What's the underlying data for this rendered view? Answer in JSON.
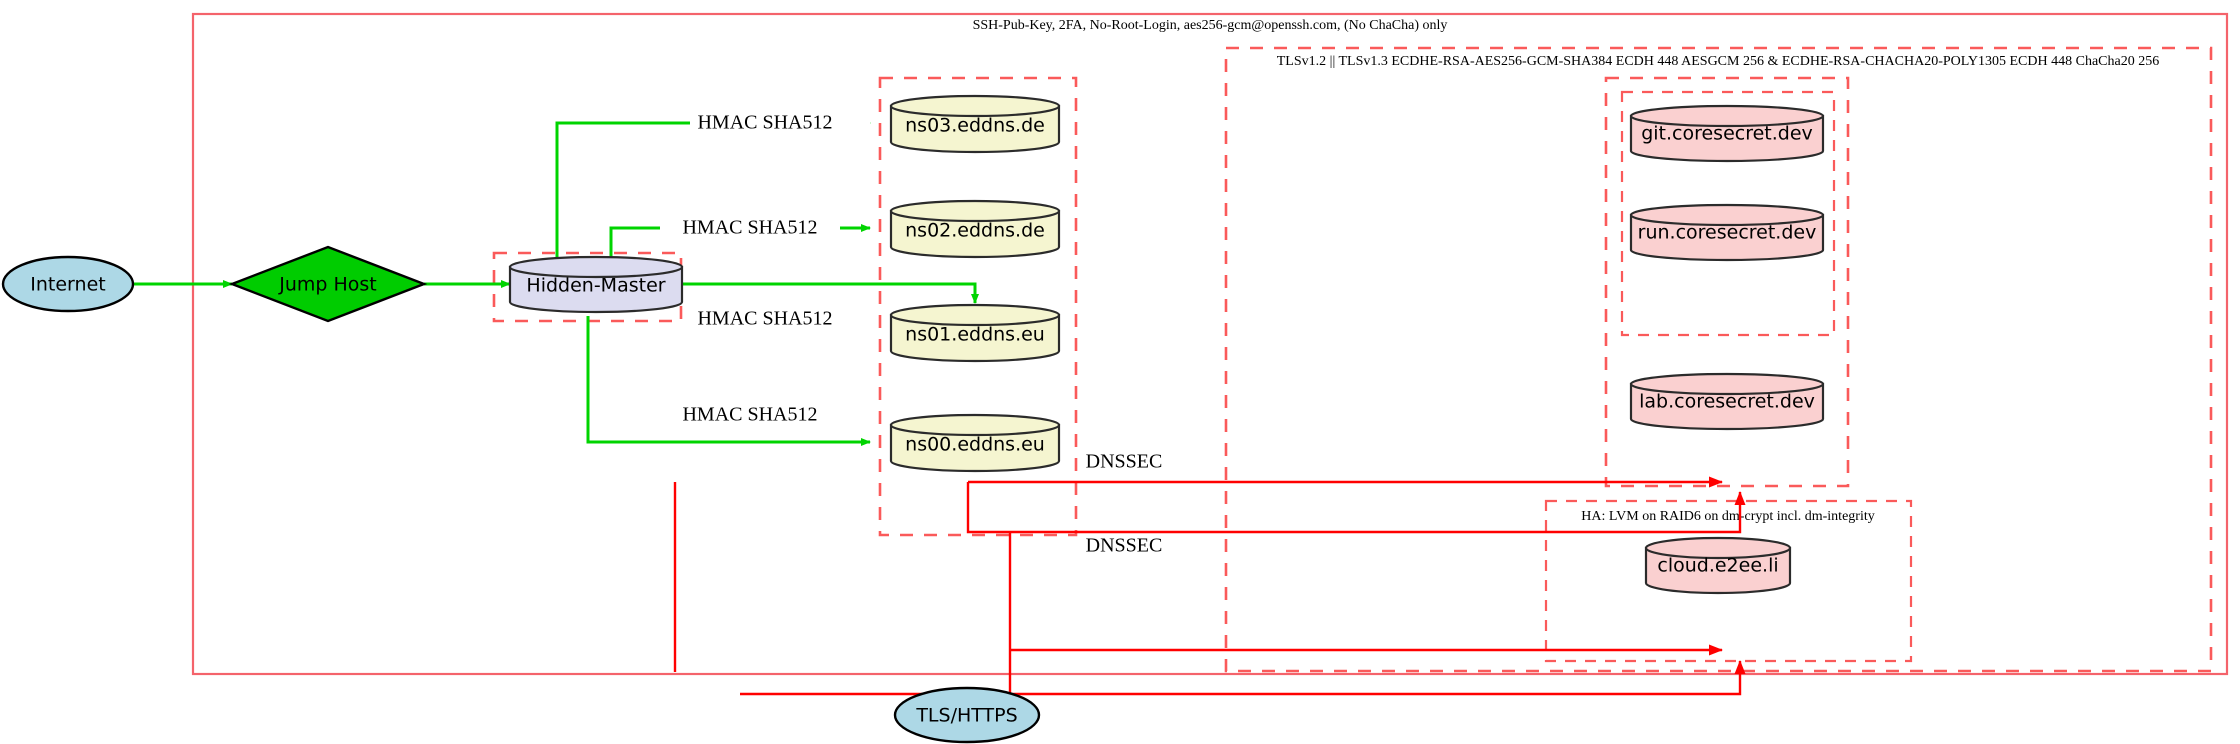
{
  "diagram": {
    "title_banner": "SSH-Pub-Key, 2FA, No-Root-Login, aes256-gcm@openssh.com, (No ChaCha) only",
    "colors": {
      "green_edge": "#00d400",
      "red_edge": "#ff0000",
      "red_border": "#fa5a5a",
      "dns_node_fill": "#f5f5d0",
      "master_node_fill": "#dcdcf0",
      "service_node_fill": "#fad0d0",
      "internet_node_fill": "#add8e6",
      "jump_host_fill": "#00cc00"
    }
  },
  "clusters": {
    "outer_ssh": {
      "label": "SSH-Pub-Key, 2FA, No-Root-Login, aes256-gcm@openssh.com, (No ChaCha) only"
    },
    "tls": {
      "label": "TLSv1.2 || TLSv1.3 ECDHE-RSA-AES256-GCM-SHA384 ECDH 448 AESGCM 256 & ECDHE-RSA-CHACHA20-POLY1305 ECDH 448 ChaCha20 256"
    },
    "ha": {
      "label": "HA: LVM on RAID6 on dm-crypt incl. dm-integrity"
    },
    "dns_zone": {
      "label": ""
    },
    "hidden_master_zone": {
      "label": ""
    },
    "coresecret_zone": {
      "label": ""
    },
    "coresecret_inner_zone": {
      "label": ""
    }
  },
  "nodes": {
    "internet": {
      "label": "Internet",
      "shape": "ellipse",
      "fill": "#add8e6"
    },
    "jump_host": {
      "label": "Jump Host",
      "shape": "diamond",
      "fill": "#00cc00"
    },
    "hidden_master": {
      "label": "Hidden-Master",
      "shape": "cylinder",
      "fill": "#dcdcf0"
    },
    "ns03": {
      "label": "ns03.eddns.de",
      "shape": "cylinder",
      "fill": "#f5f5d0"
    },
    "ns02": {
      "label": "ns02.eddns.de",
      "shape": "cylinder",
      "fill": "#f5f5d0"
    },
    "ns01": {
      "label": "ns01.eddns.eu",
      "shape": "cylinder",
      "fill": "#f5f5d0"
    },
    "ns00": {
      "label": "ns00.eddns.eu",
      "shape": "cylinder",
      "fill": "#f5f5d0"
    },
    "git": {
      "label": "git.coresecret.dev",
      "shape": "cylinder",
      "fill": "#fad0d0"
    },
    "run": {
      "label": "run.coresecret.dev",
      "shape": "cylinder",
      "fill": "#fad0d0"
    },
    "lab": {
      "label": "lab.coresecret.dev",
      "shape": "cylinder",
      "fill": "#fad0d0"
    },
    "cloud": {
      "label": "cloud.e2ee.li",
      "shape": "cylinder",
      "fill": "#fad0d0"
    },
    "tls_https": {
      "label": "TLS/HTTPS",
      "shape": "ellipse",
      "fill": "#add8e6"
    }
  },
  "edges": [
    {
      "from": "internet",
      "to": "jump_host",
      "label": "",
      "color": "#00d400"
    },
    {
      "from": "jump_host",
      "to": "hidden_master",
      "label": "",
      "color": "#00d400"
    },
    {
      "from": "hidden_master",
      "to": "ns03",
      "label": "HMAC SHA512",
      "color": "#00d400"
    },
    {
      "from": "hidden_master",
      "to": "ns02",
      "label": "HMAC SHA512",
      "color": "#00d400"
    },
    {
      "from": "hidden_master",
      "to": "ns01",
      "label": "HMAC SHA512",
      "color": "#00d400"
    },
    {
      "from": "hidden_master",
      "to": "ns00",
      "label": "HMAC SHA512",
      "color": "#00d400"
    },
    {
      "from": "dns_zone",
      "to": "coresecret_zone",
      "label": "DNSSEC",
      "color": "#ff0000"
    },
    {
      "from": "dns_zone",
      "to": "ha_zone",
      "label": "DNSSEC",
      "color": "#ff0000"
    },
    {
      "from": "tls_https",
      "to": "coresecret_zone",
      "label": "",
      "color": "#ff0000"
    }
  ],
  "edge_labels": {
    "hmac": "HMAC SHA512",
    "dnssec": "DNSSEC"
  }
}
